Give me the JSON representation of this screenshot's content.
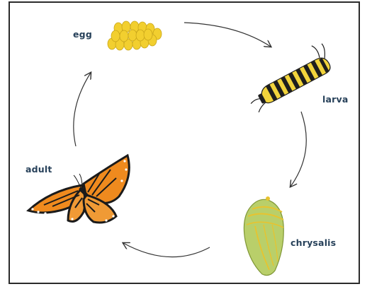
{
  "diagram": {
    "stages": [
      {
        "id": "egg",
        "label": "egg"
      },
      {
        "id": "larva",
        "label": "larva"
      },
      {
        "id": "chrysalis",
        "label": "chrysalis"
      },
      {
        "id": "adult",
        "label": "adult"
      }
    ],
    "cycle_direction": "clockwise",
    "colors": {
      "label_text": "#27415a",
      "arrow": "#333333",
      "egg": "#f2cf2f",
      "larva_yellow": "#f2d43c",
      "larva_black": "#1e1e1e",
      "chrysalis": "#b9cf6a",
      "butterfly_orange": "#ef8a1e",
      "butterfly_black": "#1b1b1b"
    }
  }
}
